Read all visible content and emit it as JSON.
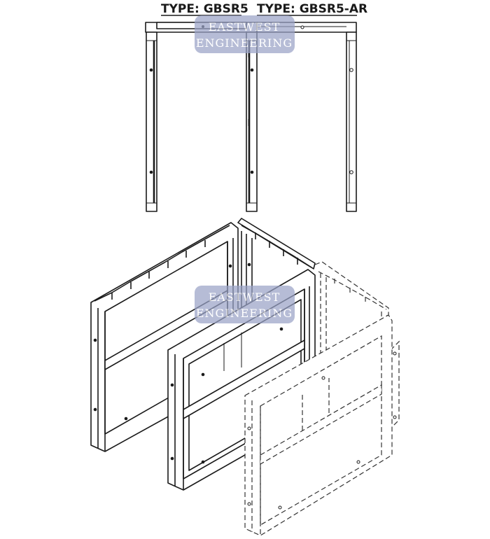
{
  "labels": {
    "type_gbsr5": "TYPE: GBSR5",
    "type_gbsr5_ar": "TYPE: GBSR5-AR"
  },
  "watermark": {
    "line1": "EASTWEST",
    "line2": "ENGINEERING",
    "color": "#9aa3c7"
  },
  "colors": {
    "line": "#1a1a1a",
    "background": "#ffffff"
  }
}
